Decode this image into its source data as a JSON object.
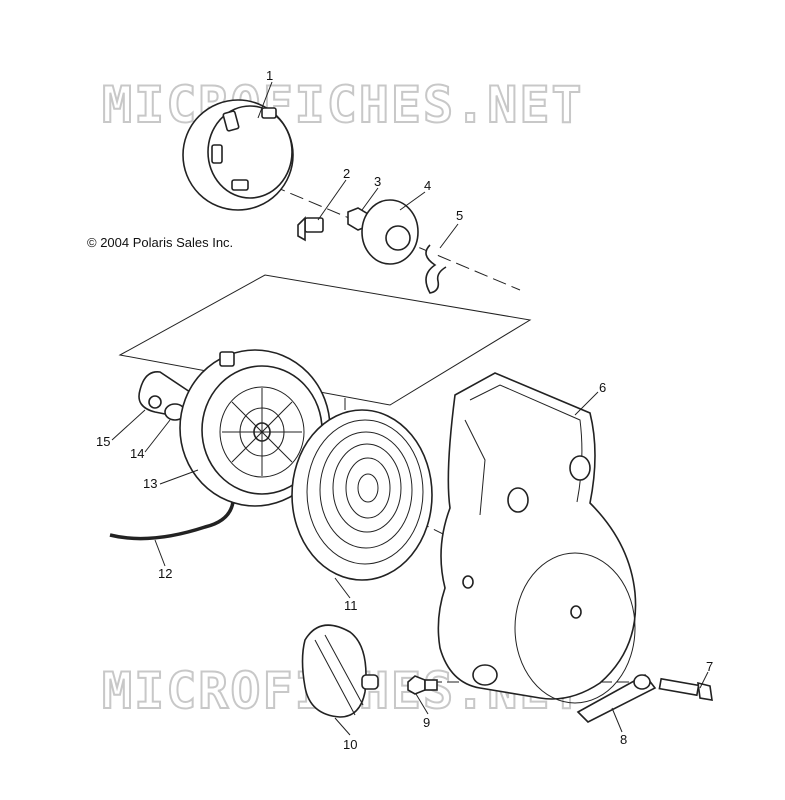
{
  "copyright": "© 2004 Polaris Sales Inc.",
  "watermark": "MICROFICHES.NET",
  "callouts": [
    {
      "id": 1,
      "label": "1"
    },
    {
      "id": 2,
      "label": "2"
    },
    {
      "id": 3,
      "label": "3"
    },
    {
      "id": 4,
      "label": "4"
    },
    {
      "id": 5,
      "label": "5"
    },
    {
      "id": 6,
      "label": "6"
    },
    {
      "id": 7,
      "label": "7"
    },
    {
      "id": 8,
      "label": "8"
    },
    {
      "id": 9,
      "label": "9"
    },
    {
      "id": 10,
      "label": "10"
    },
    {
      "id": 11,
      "label": "11"
    },
    {
      "id": 12,
      "label": "12"
    },
    {
      "id": 13,
      "label": "13"
    },
    {
      "id": 14,
      "label": "14"
    },
    {
      "id": 15,
      "label": "15"
    }
  ]
}
